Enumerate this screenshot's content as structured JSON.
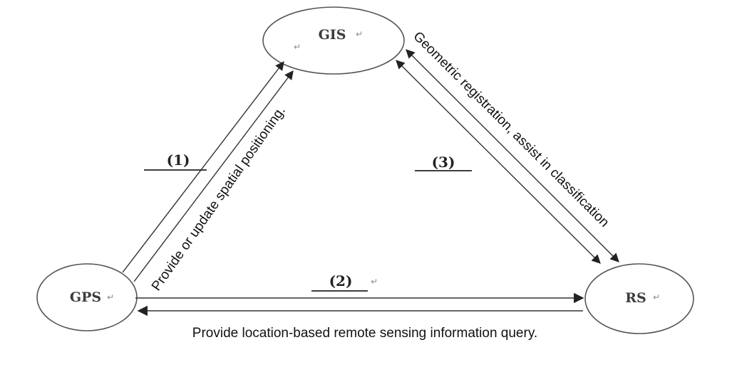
{
  "nodes": {
    "gis": "GIS",
    "gps": "GPS",
    "rs": "RS"
  },
  "relations": {
    "gps_gis": {
      "number": "(1)",
      "description": "Provide or update spatial positioning."
    },
    "gps_rs": {
      "number": "(2)",
      "description": "Provide location-based remote sensing information query."
    },
    "gis_rs": {
      "number": "(3)",
      "description": "Geometric registration, assist in classification"
    }
  },
  "return_mark": "↵"
}
